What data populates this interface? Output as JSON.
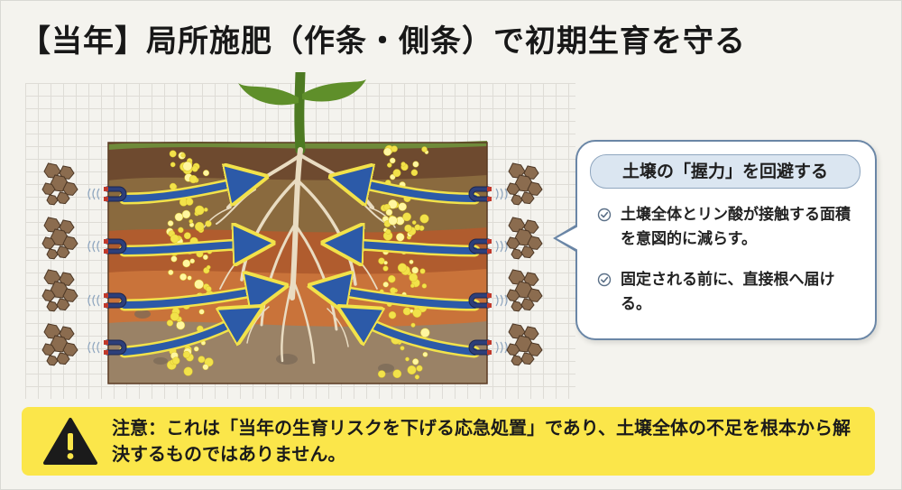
{
  "title": "【当年】局所施肥（作条・側条）で初期生育を守る",
  "illustration": {
    "description_icon": "soil-cross-section-with-roots",
    "arrow_color": "#2c5aa8",
    "fertilizer_color": "#f2e24a",
    "magnet_icon": "magnet-icon",
    "clod_icon": "soil-clod-icon"
  },
  "callout": {
    "header": "土壌の「握力」を回避する",
    "items": [
      {
        "icon": "check-circle-icon",
        "text": "土壌全体とリン酸が接触する面積を意図的に減らす。"
      },
      {
        "icon": "check-circle-icon",
        "text": "固定される前に、直接根へ届ける。"
      }
    ]
  },
  "warning": {
    "icon": "warning-triangle-icon",
    "text": "注意：これは「当年の生育リスクを下げる応急処置」であり、土壌全体の不足を根本から解決するものではありません。",
    "color": "#fbe64a"
  }
}
